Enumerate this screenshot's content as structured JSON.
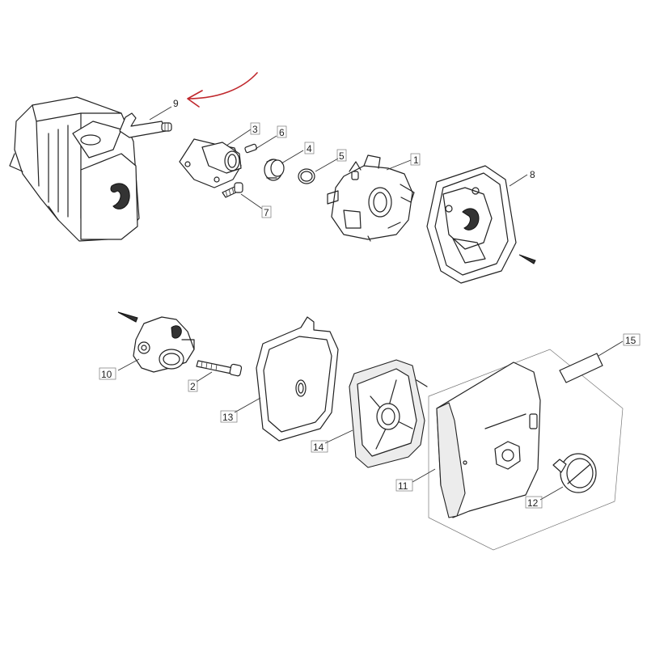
{
  "callouts": [
    "1",
    "2",
    "3",
    "4",
    "5",
    "6",
    "7",
    "8",
    "9",
    "10",
    "11",
    "12",
    "13",
    "14",
    "15"
  ],
  "colors": {
    "line": "#222222",
    "highlight_arrow": "#c0282d",
    "background": "#ffffff"
  }
}
